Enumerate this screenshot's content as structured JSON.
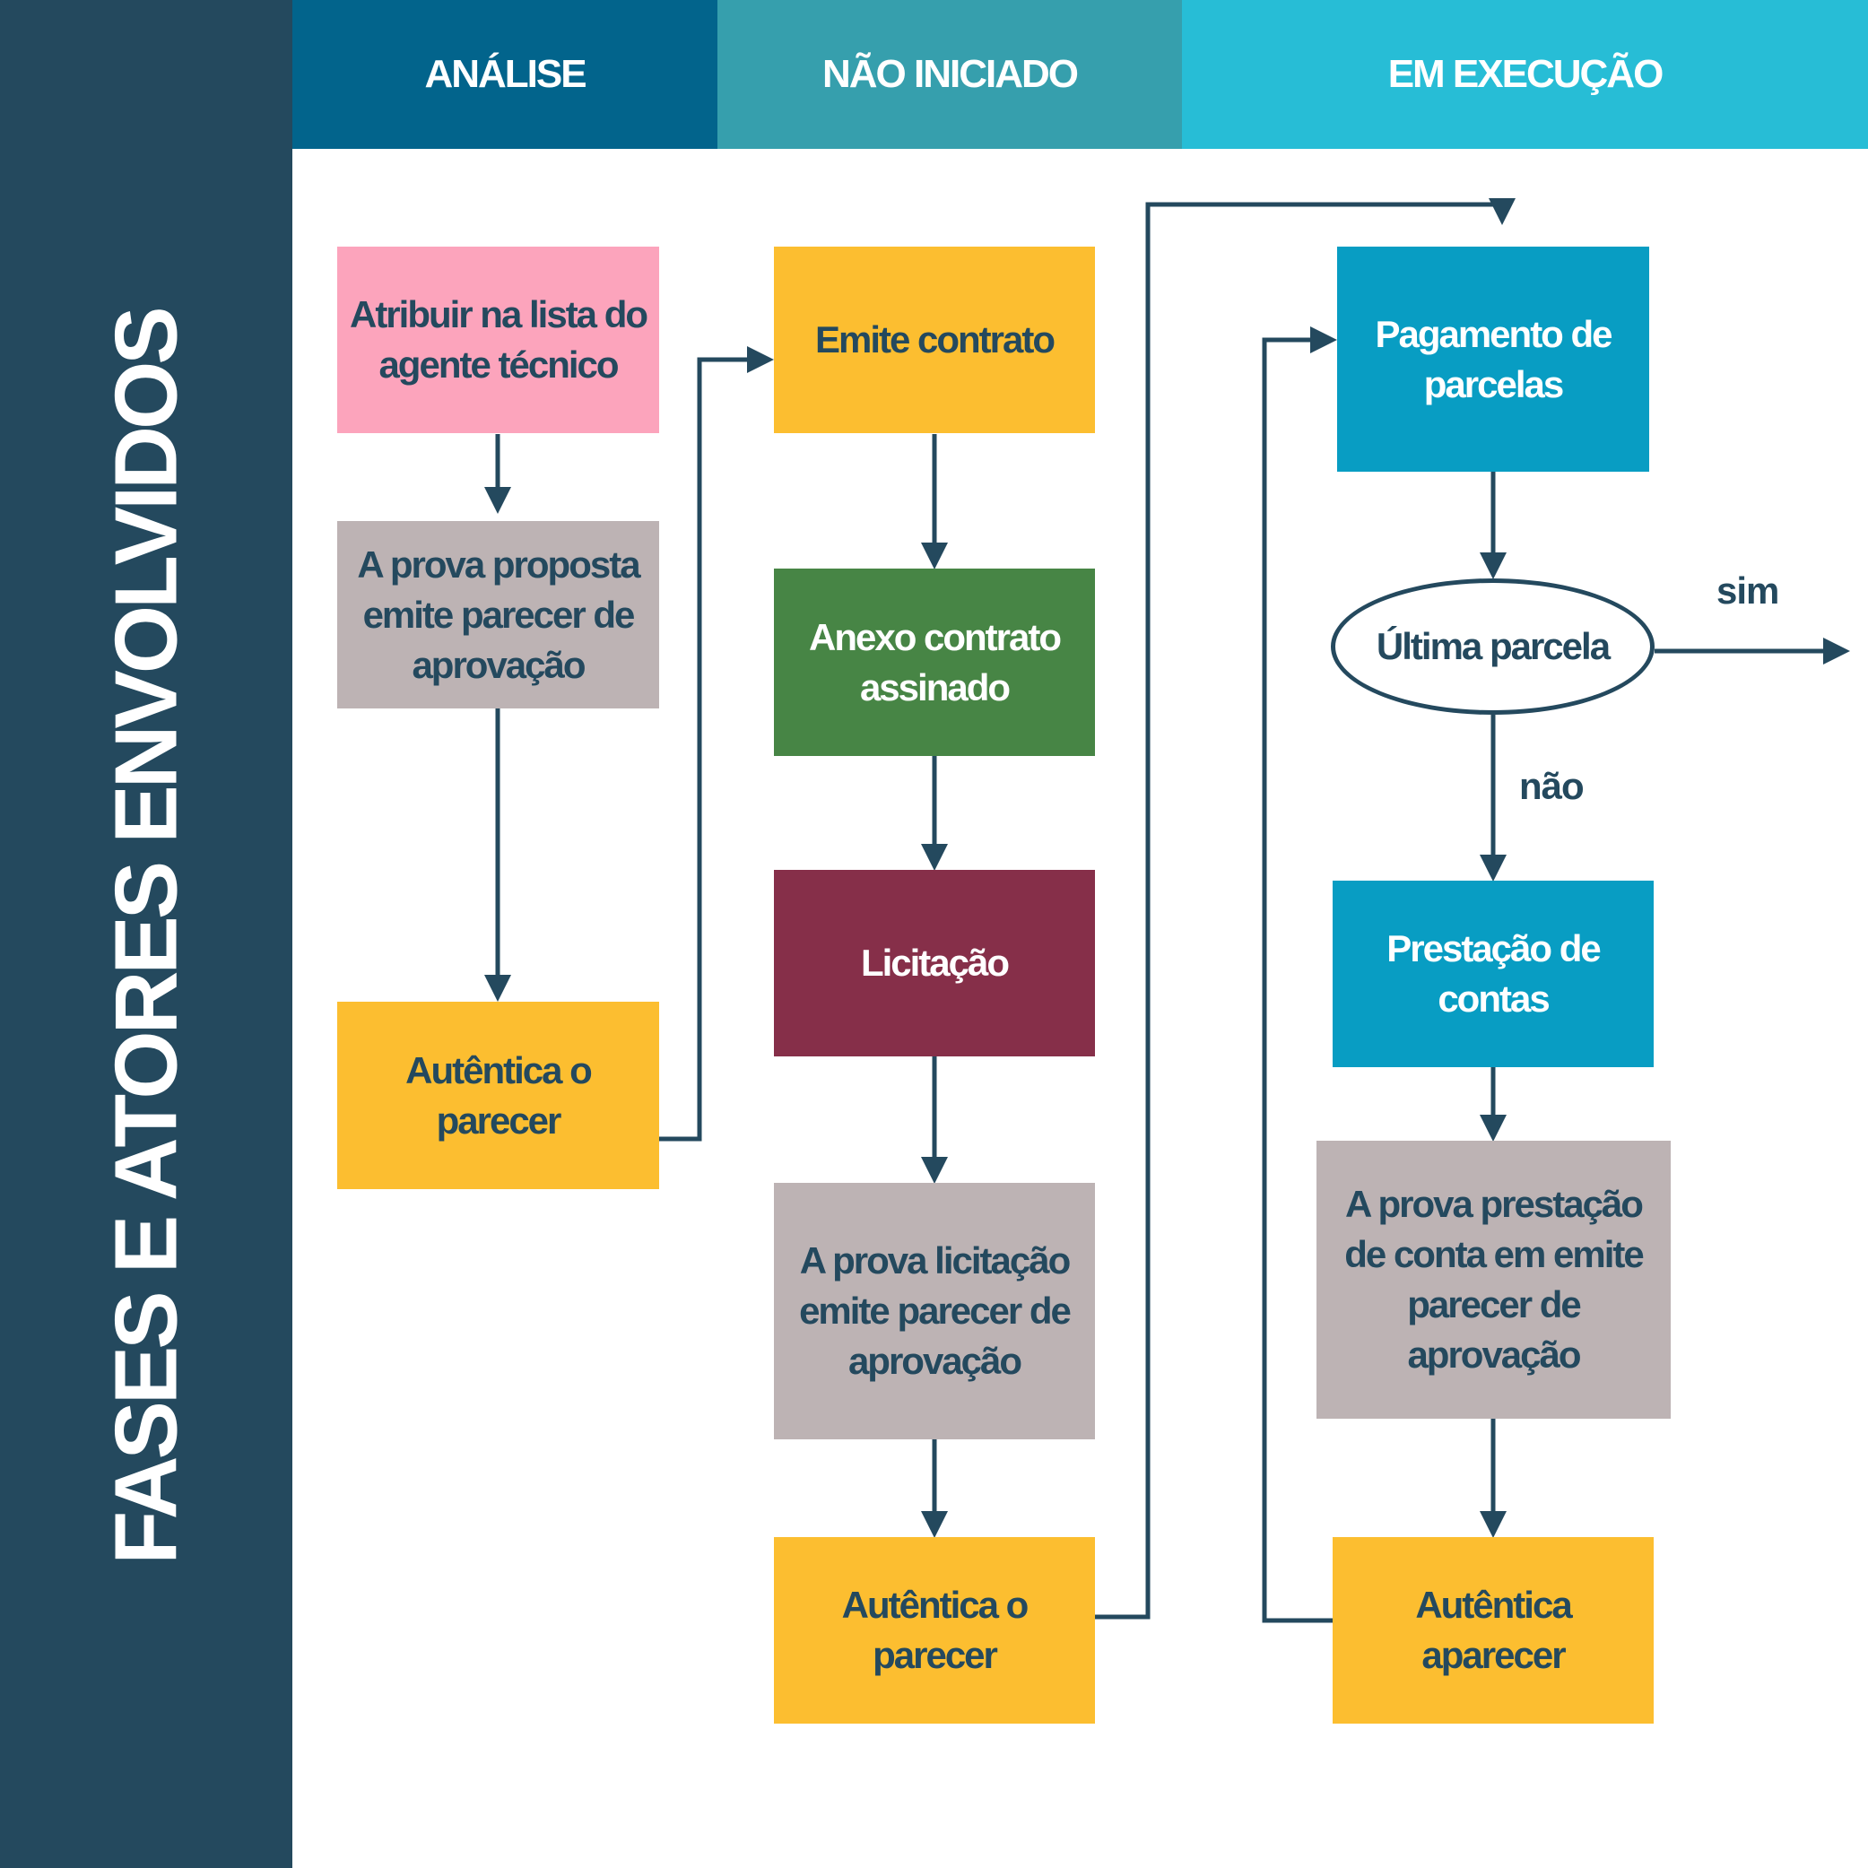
{
  "side_title": "FASES E ATORES ENVOLVIDOS",
  "phases": {
    "analise": "ANÁLISE",
    "nao_iniciado": "NÃO INICIADO",
    "em_execucao": "EM EXECUÇÃO"
  },
  "analise": {
    "atribuir": "Atribuir na lista do agente técnico",
    "aprova_proposta": "A prova proposta emite parecer de aprovação",
    "autentica": "Autêntica o parecer"
  },
  "nao_iniciado": {
    "emite_contrato": "Emite contrato",
    "anexo_contrato": "Anexo contrato assinado",
    "licitacao": "Licitação",
    "aprova_licitacao": "A prova licitação emite parecer de aprovação",
    "autentica": "Autêntica o parecer"
  },
  "em_execucao": {
    "pagamento": "Pagamento de parcelas",
    "ultima_parcela": "Última parcela",
    "sim": "sim",
    "nao": "não",
    "prestacao": "Prestação de contas",
    "aprova_prestacao": "A prova prestação de conta em emite parecer de aprovação",
    "autentica": "Autêntica aparecer"
  },
  "colors": {
    "sidebar": "#24495e",
    "header_analise": "#02648c",
    "header_nao_iniciado": "#369fad",
    "header_em_execucao": "#27bdd6",
    "pink": "#fca4bc",
    "gray": "#bdb3b4",
    "yellow": "#fcbe30",
    "green": "#478545",
    "maroon": "#862f49",
    "blue": "#089dc3",
    "arrow": "#24495e"
  }
}
